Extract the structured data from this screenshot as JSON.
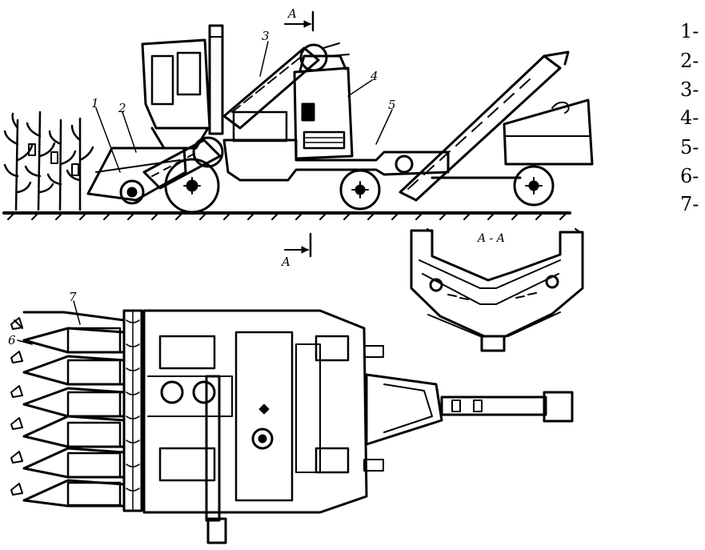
{
  "legend": [
    "1-",
    "2-",
    "3-",
    "4-",
    "5-",
    "6-",
    "7-"
  ],
  "callouts": {
    "n1": "1",
    "n2": "2",
    "n3": "3",
    "n4": "4",
    "n5": "5",
    "n6": "6",
    "n7": "7"
  },
  "section": {
    "cut_top": "A",
    "cut_bottom": "A",
    "title": "A - A"
  }
}
